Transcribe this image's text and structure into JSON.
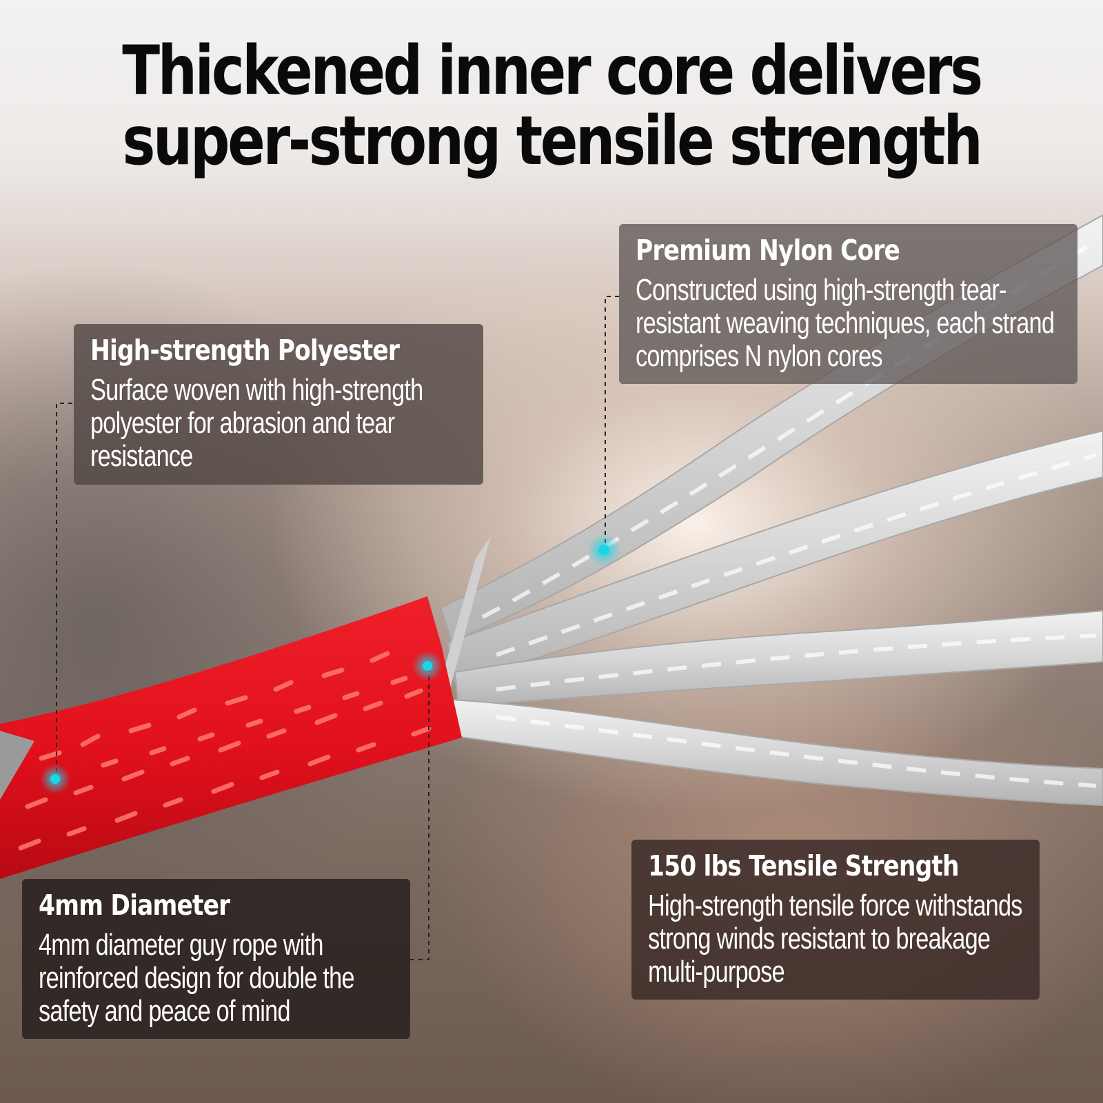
{
  "headline": {
    "line1": "Thickened inner core delivers",
    "line2": "super-strong tensile strength"
  },
  "callouts": {
    "polyester": {
      "title": "High-strength Polyester",
      "text": "Surface woven with high-strength polyester for abrasion and tear resistance"
    },
    "nylon": {
      "title": "Premium Nylon Core",
      "text": "Constructed using high-strength tear-resistant weaving techniques, each strand comprises N nylon cores"
    },
    "diameter": {
      "title": "4mm Diameter",
      "text": "4mm diameter guy rope with reinforced design for double the safety and peace of mind"
    },
    "tensile": {
      "title": "150 lbs Tensile Strength",
      "text": "High-strength tensile force withstands strong winds resistant to breakage multi-purpose"
    }
  },
  "colors": {
    "rope_sheath": "#e0101c",
    "rope_pattern": "#ff7a6e",
    "nylon_strand": "#d9d9d9",
    "marker": "#19d6e6",
    "headline_text": "#0a0a0a"
  },
  "icons": [
    "marker-dot-icon"
  ]
}
